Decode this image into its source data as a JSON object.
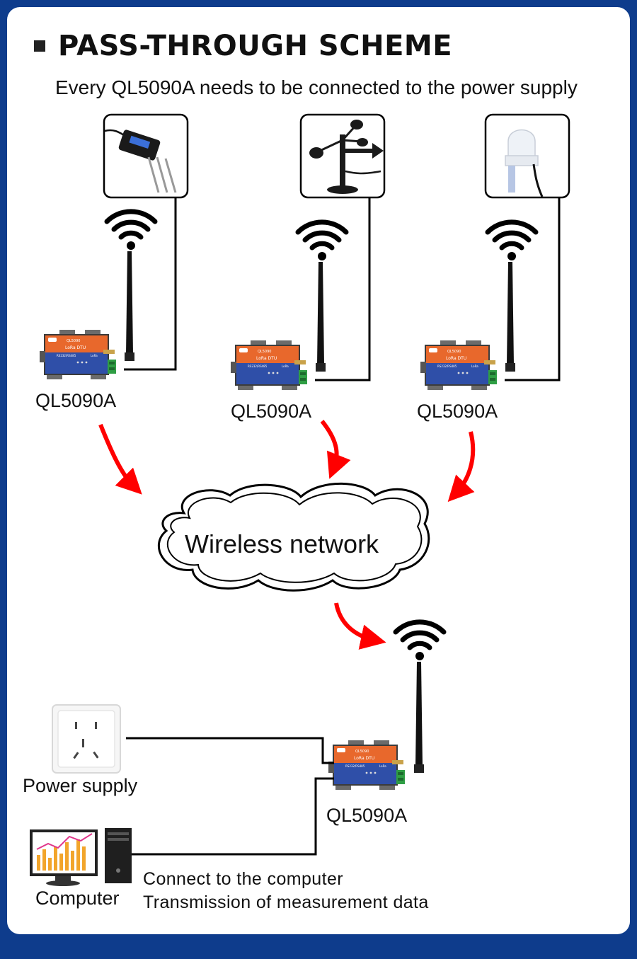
{
  "header": {
    "title": "PASS-THROUGH SCHEME",
    "subtitle": "Every QL5090A needs to be connected to the power supply"
  },
  "device": {
    "name": "QL5090A",
    "panel_top_text": "LoRa DTU",
    "model_small": "QL5090",
    "iface_text": "RS232/RS485",
    "lora_text": "LoRa"
  },
  "nodes": [
    {
      "sensor_icon": "soil-sensor-icon",
      "device_label": "QL5090A"
    },
    {
      "sensor_icon": "anemometer-icon",
      "device_label": "QL5090A"
    },
    {
      "sensor_icon": "weather-sensor-icon",
      "device_label": "QL5090A"
    }
  ],
  "network": {
    "label": "Wireless network"
  },
  "receiver": {
    "device_label": "QL5090A"
  },
  "power": {
    "label": "Power supply",
    "icon": "power-socket-icon"
  },
  "computer": {
    "label": "Computer",
    "icon": "computer-icon",
    "note_line1": "Connect to the computer",
    "note_line2": "Transmission of measurement data"
  },
  "colors": {
    "frame": "#0e3c8c",
    "arrow": "#ff0000",
    "device_orange": "#e8682c",
    "device_blue": "#2f4fa8",
    "terminal_green": "#2f9e44"
  }
}
